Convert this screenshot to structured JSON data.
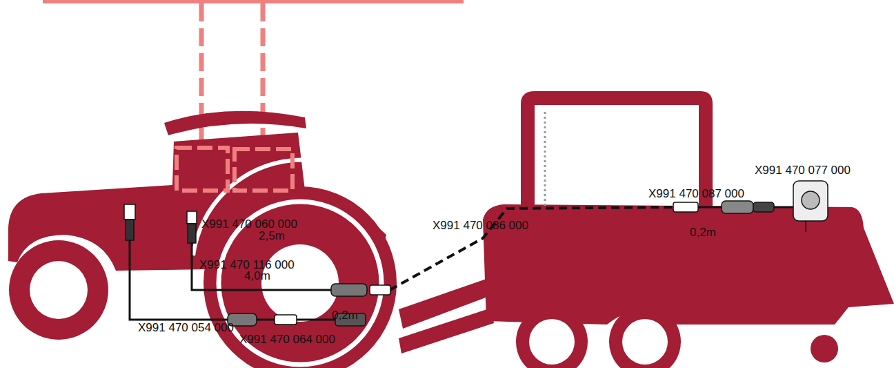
{
  "diagram": {
    "labels": [
      "X991 470 060 000",
      "2,5m",
      "X991 470 116 000",
      "4,0m",
      "X991 470 054 000",
      "0,2m",
      "X991 470 064 000",
      "X991 470 086 000",
      "X991 470 087 000",
      "0,2m",
      "X991 470 077 000"
    ]
  }
}
